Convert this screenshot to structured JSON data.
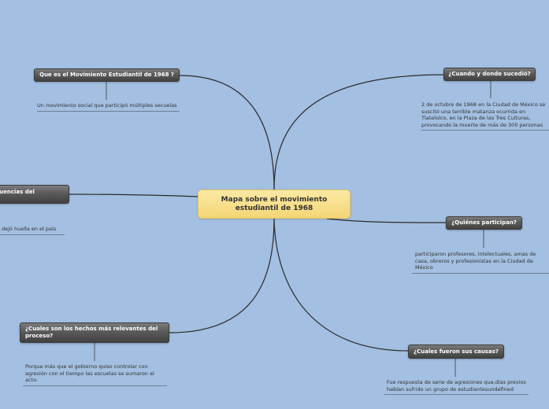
{
  "central": {
    "title": "Mapa sobre el movimiento estudiantil de 1968"
  },
  "topics": {
    "que_es": {
      "label": "Que es el Movimiento Estudiantil de 1968 ?",
      "note": "Un movimiento social que participó múltiples secuelas"
    },
    "cuando_donde": {
      "label": "¿Cuando y donde sucedió?",
      "note": "2 de octubre de 1968 en la Ciudad de México se suscitó una terrible matanza ocurrida en Tlatelolco, en la Plaza de las Tres Culturas, provocando la muerte de más de 300 personas"
    },
    "consecuencias": {
      "label": "cuencias del",
      "note": "dejó huella en el país"
    },
    "quienes": {
      "label": "¿Quiénes participan?",
      "note": "participaron profesores, intelectuales, amas de casa, obreros y profesionistas en la Ciudad de México"
    },
    "hechos": {
      "label": "¿Cuales son los hechos más relevantes del proceso?",
      "note": "Porque más que el gobierno quiso controlar con agresión con el tiempo las escuelas se sumaron al acto."
    },
    "causas": {
      "label": "¿Cuales fueron sus causas?",
      "note": "Fue respuesta de serie de agresiones que,días previos habían sufrido un grupo de estudiantesundefined"
    }
  },
  "colors": {
    "background": "#a3bfe1",
    "central_fill": "#f7dd86",
    "topic_fill": "#5a5a5a",
    "connector": "#2b2b2b"
  }
}
